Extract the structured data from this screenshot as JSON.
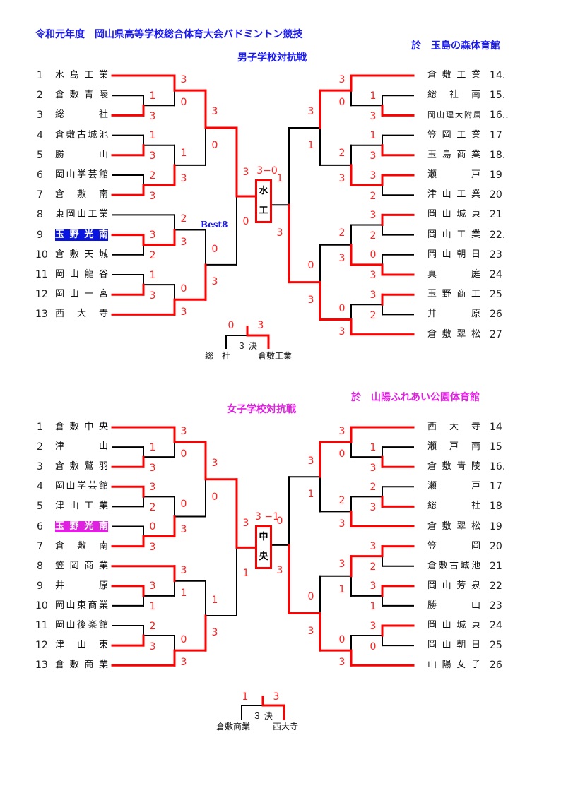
{
  "header": {
    "title": "令和元年度　岡山県高等学校総合体育大会バドミントン競技"
  },
  "colors": {
    "win_line": "#ff0000",
    "lose_line": "#000000",
    "score": "#ff2020",
    "men_heading": "#1a1aee",
    "women_heading": "#e020e0"
  },
  "men": {
    "section_title": "男子学校対抗戦",
    "venue": "於　玉島の森体育館",
    "best8_label": "Best8",
    "left_teams": [
      {
        "seed": "1",
        "name": "水島工業"
      },
      {
        "seed": "2",
        "name": "倉敷青陵"
      },
      {
        "seed": "3",
        "name": "総社"
      },
      {
        "seed": "4",
        "name": "倉敷古城池"
      },
      {
        "seed": "5",
        "name": "勝山"
      },
      {
        "seed": "6",
        "name": "岡山学芸館"
      },
      {
        "seed": "7",
        "name": "倉敷南"
      },
      {
        "seed": "8",
        "name": "東岡山工業"
      },
      {
        "seed": "9",
        "name": "玉野光南",
        "highlight": "#0a14e0"
      },
      {
        "seed": "10",
        "name": "倉敷天城"
      },
      {
        "seed": "11",
        "name": "岡山龍谷"
      },
      {
        "seed": "12",
        "name": "岡山一宮"
      },
      {
        "seed": "13",
        "name": "西大寺"
      }
    ],
    "right_teams": [
      {
        "seed": "14.",
        "name": "倉敷工業"
      },
      {
        "seed": "15.",
        "name": "総社南"
      },
      {
        "seed": "16..",
        "name": "岡山理大附属"
      },
      {
        "seed": "17",
        "name": "笠岡工業"
      },
      {
        "seed": "18.",
        "name": "玉島商業"
      },
      {
        "seed": "19",
        "name": "瀬戸"
      },
      {
        "seed": "20",
        "name": "津山工業"
      },
      {
        "seed": "21",
        "name": "岡山城東"
      },
      {
        "seed": "22.",
        "name": "岡山工業"
      },
      {
        "seed": "23",
        "name": "岡山朝日"
      },
      {
        "seed": "24",
        "name": "真庭"
      },
      {
        "seed": "25",
        "name": "玉野商工"
      },
      {
        "seed": "26",
        "name": "井原"
      },
      {
        "seed": "27",
        "name": "倉敷翠松"
      }
    ],
    "left_bracket": {
      "s": [
        3,
        0
      ],
      "a": {
        "s": [
          3,
          0
        ],
        "a": {
          "s": [
            3,
            0
          ],
          "a": 1,
          "b": {
            "s": [
              1,
              3
            ],
            "a": 2,
            "b": 3
          }
        },
        "b": {
          "s": [
            1,
            3
          ],
          "a": {
            "s": [
              1,
              3
            ],
            "a": 4,
            "b": 5
          },
          "b": {
            "s": [
              2,
              3
            ],
            "a": 6,
            "b": 7
          }
        }
      },
      "b": {
        "s": [
          0,
          3
        ],
        "a": {
          "s": [
            2,
            3
          ],
          "a": 8,
          "b": {
            "s": [
              3,
              2
            ],
            "a": 9,
            "b": 10
          }
        },
        "b": {
          "s": [
            0,
            3
          ],
          "a": {
            "s": [
              1,
              3
            ],
            "a": 11,
            "b": 12
          },
          "b": 13
        }
      }
    },
    "right_bracket": {
      "s": [
        1,
        3
      ],
      "a": {
        "s": [
          3,
          1
        ],
        "a": {
          "s": [
            3,
            0
          ],
          "a": 14,
          "b": {
            "s": [
              1,
              3
            ],
            "a": 15,
            "b": 16
          }
        },
        "b": {
          "s": [
            2,
            3
          ],
          "a": {
            "s": [
              1,
              3
            ],
            "a": 17,
            "b": 18
          },
          "b": {
            "s": [
              3,
              2
            ],
            "a": 19,
            "b": 20
          }
        }
      },
      "b": {
        "s": [
          0,
          3
        ],
        "a": {
          "s": [
            2,
            3
          ],
          "a": {
            "s": [
              3,
              2
            ],
            "a": 21,
            "b": 22
          },
          "b": {
            "s": [
              0,
              3
            ],
            "a": 23,
            "b": 24
          }
        },
        "b": {
          "s": [
            0,
            3
          ],
          "a": {
            "s": [
              3,
              2
            ],
            "a": 25,
            "b": 26
          },
          "b": 27
        }
      }
    },
    "final": {
      "score": "3−0",
      "champion_chars": [
        "水",
        "工"
      ]
    },
    "third_place": {
      "label": "３ 決",
      "left_score": "0",
      "right_score": "3",
      "left_team": "総　社",
      "right_team": "倉敷工業"
    }
  },
  "women": {
    "section_title": "女子学校対抗戦",
    "venue": "於　山陽ふれあい公園体育館",
    "left_teams": [
      {
        "seed": "1",
        "name": "倉敷中央"
      },
      {
        "seed": "2",
        "name": "津山"
      },
      {
        "seed": "3",
        "name": "倉敷鷲羽"
      },
      {
        "seed": "4",
        "name": "岡山学芸館"
      },
      {
        "seed": "5",
        "name": "津山工業"
      },
      {
        "seed": "6",
        "name": "玉野光南",
        "highlight": "#e020e0"
      },
      {
        "seed": "7",
        "name": "倉敷南"
      },
      {
        "seed": "8",
        "name": "笠岡商業"
      },
      {
        "seed": "9",
        "name": "井原"
      },
      {
        "seed": "10",
        "name": "岡山東商業"
      },
      {
        "seed": "11",
        "name": "岡山後楽館"
      },
      {
        "seed": "12",
        "name": "津山東"
      },
      {
        "seed": "13",
        "name": "倉敷商業"
      }
    ],
    "right_teams": [
      {
        "seed": "14",
        "name": "西大寺"
      },
      {
        "seed": "15",
        "name": "瀬戸南"
      },
      {
        "seed": "16.",
        "name": "倉敷青陵"
      },
      {
        "seed": "17",
        "name": "瀬戸"
      },
      {
        "seed": "18",
        "name": "総社"
      },
      {
        "seed": "19",
        "name": "倉敷翠松"
      },
      {
        "seed": "20",
        "name": "笠岡"
      },
      {
        "seed": "21",
        "name": "倉敷古城池"
      },
      {
        "seed": "22",
        "name": "岡山芳泉"
      },
      {
        "seed": "23",
        "name": "勝山"
      },
      {
        "seed": "24",
        "name": "岡山城東"
      },
      {
        "seed": "25",
        "name": "岡山朝日"
      },
      {
        "seed": "26",
        "name": "山陽女子"
      }
    ],
    "left_bracket": {
      "s": [
        3,
        1
      ],
      "a": {
        "s": [
          3,
          0
        ],
        "a": {
          "s": [
            3,
            0
          ],
          "a": 1,
          "b": {
            "s": [
              1,
              3
            ],
            "a": 2,
            "b": 3
          }
        },
        "b": {
          "s": [
            0,
            3
          ],
          "a": {
            "s": [
              3,
              2
            ],
            "a": 4,
            "b": 5
          },
          "b": {
            "s": [
              0,
              3
            ],
            "a": 6,
            "b": 7
          }
        }
      },
      "b": {
        "s": [
          1,
          3
        ],
        "a": {
          "s": [
            3,
            1
          ],
          "a": 8,
          "b": {
            "s": [
              3,
              1
            ],
            "a": 9,
            "b": 10
          }
        },
        "b": {
          "s": [
            0,
            3
          ],
          "a": {
            "s": [
              2,
              3
            ],
            "a": 11,
            "b": 12
          },
          "b": 13
        }
      }
    },
    "right_bracket": {
      "s": [
        0,
        3
      ],
      "a": {
        "s": [
          3,
          1
        ],
        "a": {
          "s": [
            3,
            0
          ],
          "a": 14,
          "b": {
            "s": [
              1,
              3
            ],
            "a": 15,
            "b": 16
          }
        },
        "b": {
          "s": [
            2,
            3
          ],
          "a": {
            "s": [
              2,
              3
            ],
            "a": 17,
            "b": 18
          },
          "b": 19
        }
      },
      "b": {
        "s": [
          0,
          3
        ],
        "a": {
          "s": [
            3,
            1
          ],
          "a": {
            "s": [
              3,
              2
            ],
            "a": 20,
            "b": 21
          },
          "b": {
            "s": [
              3,
              1
            ],
            "a": 22,
            "b": 23
          }
        },
        "b": {
          "s": [
            0,
            3
          ],
          "a": {
            "s": [
              3,
              0
            ],
            "a": 24,
            "b": 25
          },
          "b": 26
        }
      }
    },
    "final": {
      "score": "3 −1",
      "champion_chars": [
        "中",
        "央"
      ]
    },
    "third_place": {
      "label": "３ 決",
      "left_score": "1",
      "right_score": "3",
      "left_team": "倉敷商業",
      "right_team": "西大寺"
    }
  }
}
